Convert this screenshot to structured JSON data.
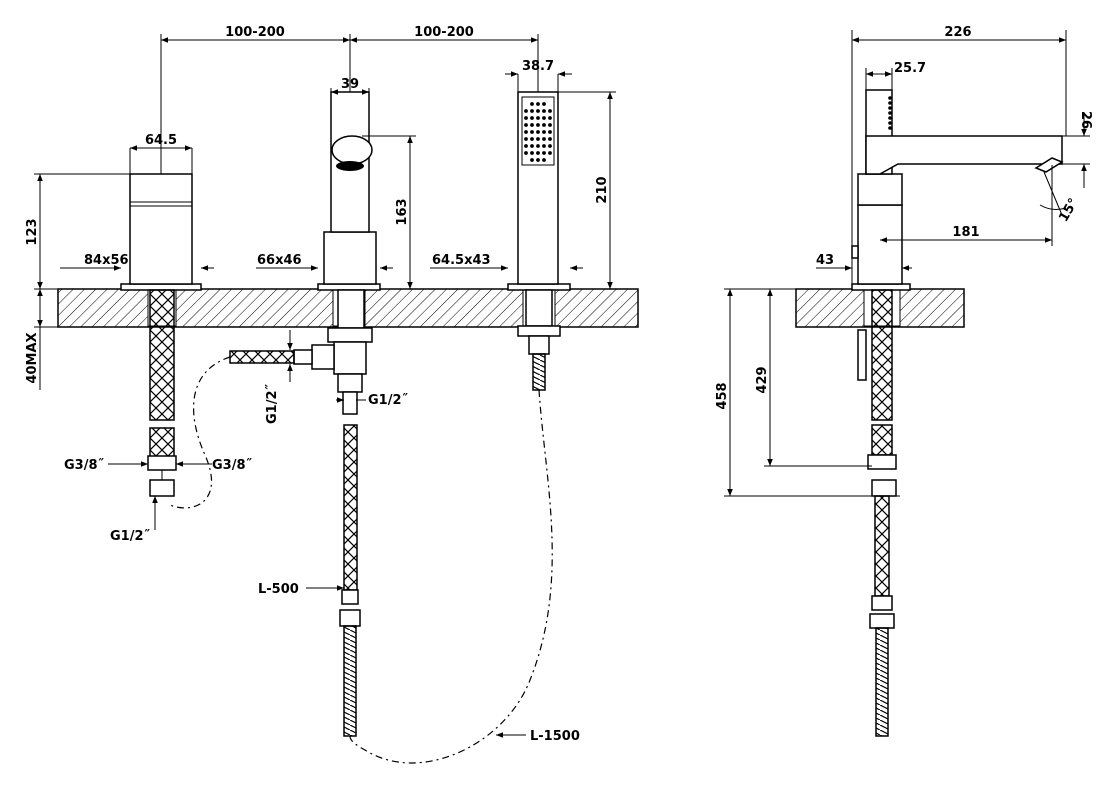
{
  "diagram": {
    "front_view": {
      "spacing_left": "100-200",
      "spacing_right": "100-200",
      "handshower_width": "38.7",
      "spout_width": "39",
      "mixer_width": "64.5",
      "mixer_height": "123",
      "spout_height": "163",
      "handshower_height": "210",
      "mixer_base": "84x56",
      "spout_base": "66x46",
      "handshower_base": "64.5x43",
      "deck_thickness": "40MAX",
      "connection_left_1": "G3/8˝",
      "connection_left_2": "G3/8˝",
      "connection_bottom": "G1/2˝",
      "connection_diverter_v": "G1/2˝",
      "connection_diverter_h": "G1/2˝",
      "hose_short": "L-500",
      "hose_long": "L-1500"
    },
    "side_view": {
      "total_depth": "226",
      "body_width": "25.7",
      "outlet_height": "26",
      "outlet_angle": "15°",
      "reach": "181",
      "base_offset": "43",
      "total_length": "458",
      "hose_length": "429"
    }
  }
}
